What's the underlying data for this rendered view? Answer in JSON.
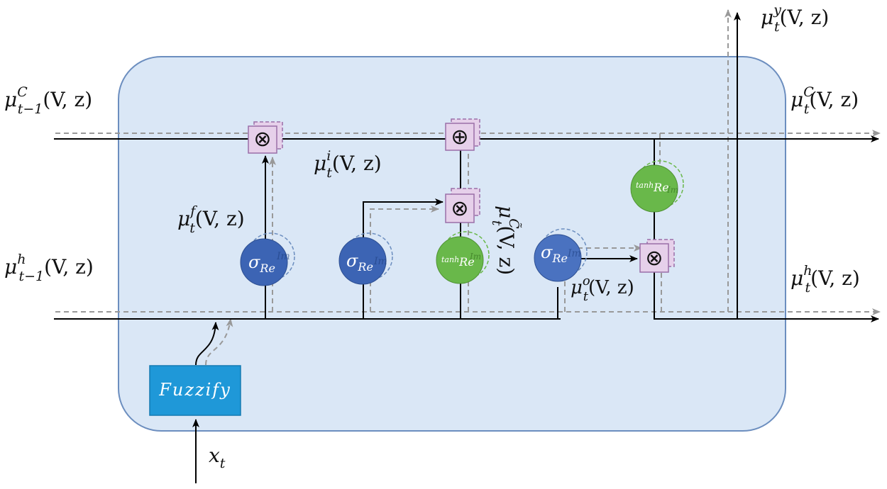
{
  "colors": {
    "cell_fill": "#dae7f6",
    "cell_stroke": "#6c8ebf",
    "sigma_fill": "#3c64b4",
    "tanh_fill": "#69b84a",
    "fuzzify_fill": "#1f98d8",
    "gate_fill": "#e6d0ea",
    "gate_stroke": "#9a6fa8",
    "line": "#000000",
    "ghost_line": "#999999"
  },
  "labels": {
    "c_prev": {
      "base": "μ",
      "sup": "C",
      "sub": "t−1",
      "tail": "(V, z)"
    },
    "h_prev": {
      "base": "μ",
      "sup": "h",
      "sub": "t−1",
      "tail": "(V, z)"
    },
    "c_out": {
      "base": "μ",
      "sup": "C",
      "sub": "t",
      "tail": "(V, z)"
    },
    "h_out": {
      "base": "μ",
      "sup": "h",
      "sub": "t",
      "tail": "(V, z)"
    },
    "y_out": {
      "base": "μ",
      "sup": "y",
      "sub": "t",
      "tail": "(V, z)"
    },
    "forget": {
      "base": "μ",
      "sup": "f",
      "sub": "t",
      "tail": "(V, z)"
    },
    "input": {
      "base": "μ",
      "sup": "i",
      "sub": "t",
      "tail": "(V, z)"
    },
    "output": {
      "base": "μ",
      "sup": "o",
      "sub": "t",
      "tail": "(V, z)"
    },
    "candidate": {
      "base": "μ",
      "sup": "C̃",
      "sub": "t",
      "tail": "(V, z)"
    },
    "x_in": {
      "base": "x",
      "sub": "t"
    }
  },
  "fuzzify_label": "Fuzzify",
  "nodes": {
    "sigma_symbol": "σ",
    "sigma_sub": "Re",
    "tanh_symbol": "tanh",
    "tanh_sub": "Re",
    "ghost_sub": "Im",
    "multiply": "⊗",
    "add": "⊕"
  }
}
